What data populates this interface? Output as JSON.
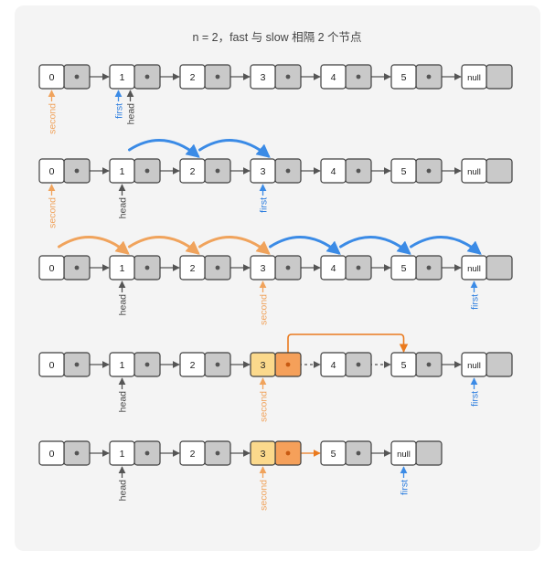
{
  "title": "n = 2，fast 与 slow 相隔 2 个节点",
  "labels": {
    "first": "first",
    "second": "second",
    "head": "head"
  },
  "colors": {
    "panel_bg": "#f4f4f4",
    "node_fill": "#ffffff",
    "node_tail": "#c9c9c9",
    "node_stroke": "#3f3f3f",
    "highlight_val": "#fbd98c",
    "highlight_tail": "#f5a05a",
    "orange": "#f0a35c",
    "orange_dark": "#ea7a1e",
    "blue": "#3b8be6",
    "blue_label": "#2f7fdf",
    "dark": "#555555"
  },
  "rows": [
    {
      "nodes": [
        "0",
        "1",
        "2",
        "3",
        "4",
        "5",
        "null"
      ],
      "pointers": [
        {
          "label": "second",
          "node": 0,
          "color": "orange"
        },
        {
          "label": "first",
          "node": 1,
          "color": "blue",
          "slot": 0
        },
        {
          "label": "head",
          "node": 1,
          "color": "dark",
          "slot": 1
        }
      ],
      "arcs": [],
      "highlight": null
    },
    {
      "nodes": [
        "0",
        "1",
        "2",
        "3",
        "4",
        "5",
        "null"
      ],
      "pointers": [
        {
          "label": "second",
          "node": 0,
          "color": "orange"
        },
        {
          "label": "head",
          "node": 1,
          "color": "dark"
        },
        {
          "label": "first",
          "node": 3,
          "color": "blue"
        }
      ],
      "arcs": [
        {
          "from": 1,
          "to": 2,
          "color": "blue"
        },
        {
          "from": 2,
          "to": 3,
          "color": "blue"
        }
      ],
      "highlight": null
    },
    {
      "nodes": [
        "0",
        "1",
        "2",
        "3",
        "4",
        "5",
        "null"
      ],
      "pointers": [
        {
          "label": "head",
          "node": 1,
          "color": "dark"
        },
        {
          "label": "second",
          "node": 3,
          "color": "orange"
        },
        {
          "label": "first",
          "node": 6,
          "color": "blue"
        }
      ],
      "arcs": [
        {
          "from": 0,
          "to": 1,
          "color": "orange"
        },
        {
          "from": 1,
          "to": 2,
          "color": "orange"
        },
        {
          "from": 2,
          "to": 3,
          "color": "orange"
        },
        {
          "from": 3,
          "to": 4,
          "color": "blue"
        },
        {
          "from": 4,
          "to": 5,
          "color": "blue"
        },
        {
          "from": 5,
          "to": 6,
          "color": "blue"
        }
      ],
      "highlight": null
    },
    {
      "nodes": [
        "0",
        "1",
        "2",
        "3",
        "4",
        "5",
        "null"
      ],
      "pointers": [
        {
          "label": "head",
          "node": 1,
          "color": "dark"
        },
        {
          "label": "second",
          "node": 3,
          "color": "orange"
        },
        {
          "label": "first",
          "node": 6,
          "color": "blue"
        }
      ],
      "arcs": [],
      "highlight": {
        "node": 3,
        "bypass_to": 5,
        "dashed": [
          3,
          4
        ]
      }
    },
    {
      "nodes": [
        "0",
        "1",
        "2",
        "3",
        "5",
        "null"
      ],
      "pointers": [
        {
          "label": "head",
          "node": 1,
          "color": "dark"
        },
        {
          "label": "second",
          "node": 3,
          "color": "orange"
        },
        {
          "label": "first",
          "node": 5,
          "color": "blue"
        }
      ],
      "arcs": [],
      "highlight": {
        "node": 3,
        "link_color": "orange"
      }
    }
  ]
}
